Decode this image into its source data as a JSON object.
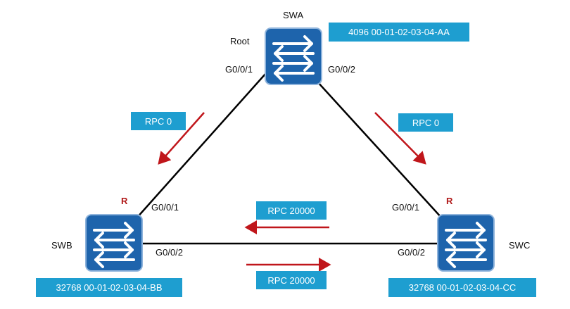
{
  "colors": {
    "link": "#000000",
    "arrow": "#c0161b",
    "badge_bg": "#1e9ed0",
    "switch_bg": "#1e64ac",
    "root_port_marker": "#b01818"
  },
  "switches": {
    "swa": {
      "name": "SWA",
      "bridge_id": "4096 00-01-02-03-04-AA",
      "role_label": "Root",
      "port_left": "G0/0/1",
      "port_right": "G0/0/2"
    },
    "swb": {
      "name": "SWB",
      "bridge_id": "32768 00-01-02-03-04-BB",
      "root_marker": "R",
      "port_top": "G0/0/1",
      "port_right": "G0/0/2"
    },
    "swc": {
      "name": "SWC",
      "bridge_id": "32768 00-01-02-03-04-CC",
      "root_marker": "R",
      "port_top": "G0/0/1",
      "port_left": "G0/0/2"
    }
  },
  "rpc_labels": {
    "a_to_b": "RPC 0",
    "a_to_c": "RPC 0",
    "c_to_b": "RPC 20000",
    "b_to_c": "RPC 20000"
  },
  "icons": [
    "switch-icon",
    "arrow-icon"
  ]
}
